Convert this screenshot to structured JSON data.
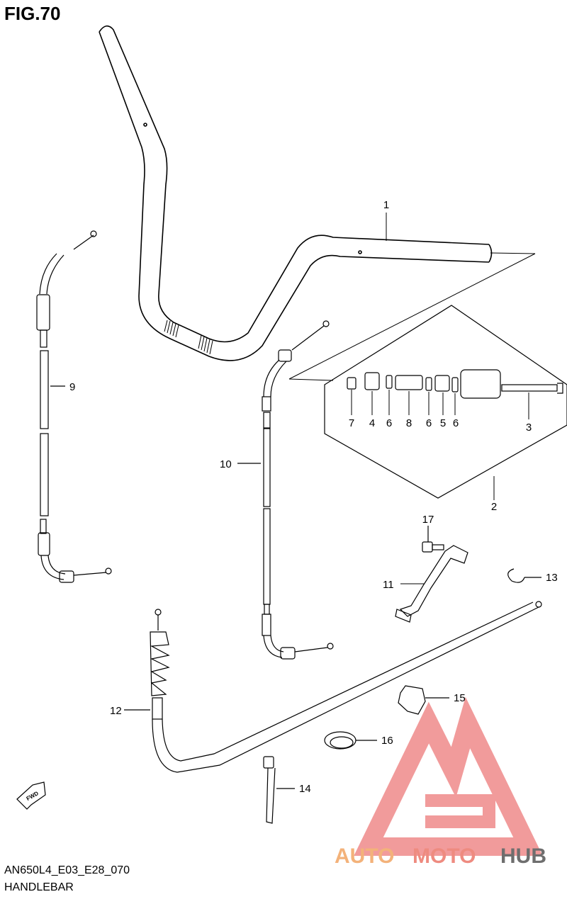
{
  "figure": {
    "title": "FIG.70",
    "code": "AN650L4_E03_E28_070",
    "name": "HANDLEBAR",
    "fwd_label": "FWD"
  },
  "callouts": [
    "1",
    "2",
    "3",
    "4",
    "5",
    "6",
    "6",
    "6",
    "7",
    "8",
    "9",
    "10",
    "11",
    "12",
    "13",
    "14",
    "15",
    "16",
    "17"
  ],
  "watermark": {
    "text_auto": "AUTO",
    "text_moto": "MOTO",
    "text_hub": "HUB",
    "color_auto": "#f3b27a",
    "color_moto": "#ee8b80",
    "color_hub": "#6e6e6e",
    "logo_color": "#ef8a8a"
  }
}
